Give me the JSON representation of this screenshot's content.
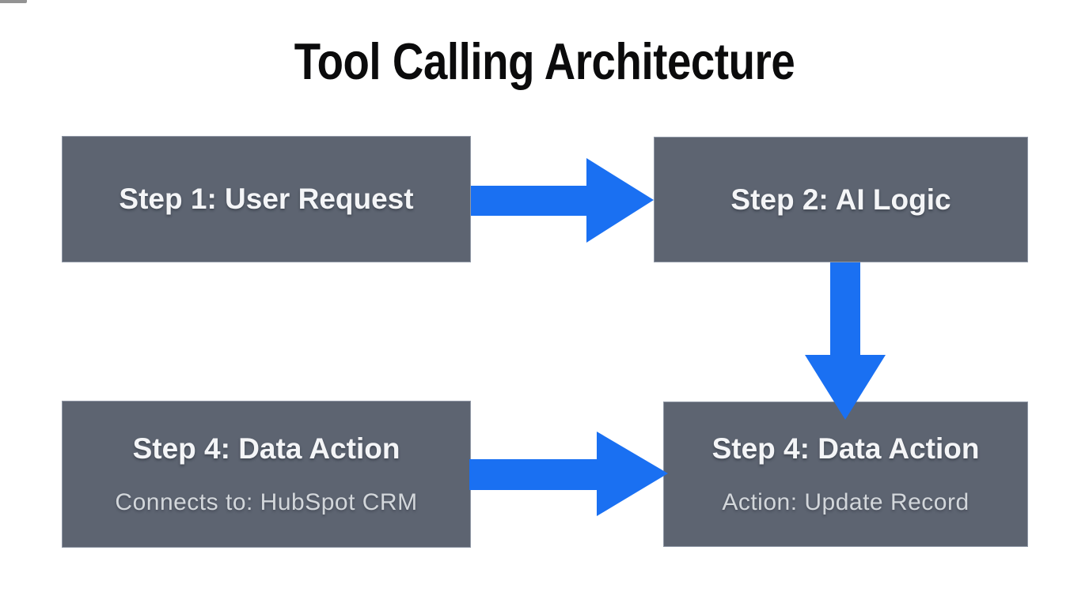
{
  "title": "Tool Calling Architecture",
  "colors": {
    "background": "#ffffff",
    "node_fill": "#5d6471",
    "node_border": "#b9c2cf",
    "arrow": "#1a70f2",
    "title_text": "#0b0b0c",
    "node_title_text": "#f4f5f7",
    "node_subtitle_text": "#d3d7db"
  },
  "nodes": [
    {
      "title": "Step 1: User Request"
    },
    {
      "title": "Step 2: AI Logic"
    },
    {
      "title": "Step 4: Data Action",
      "subtitle": "Connects to: HubSpot CRM"
    },
    {
      "title": "Step 4: Data Action",
      "subtitle": "Action: Update Record"
    }
  ],
  "arrows": [
    {
      "name": "step1-to-step2",
      "direction": "right"
    },
    {
      "name": "step2-to-step4-update-record",
      "direction": "down"
    },
    {
      "name": "step4-hubspot-to-step4-update-record",
      "direction": "right"
    }
  ]
}
